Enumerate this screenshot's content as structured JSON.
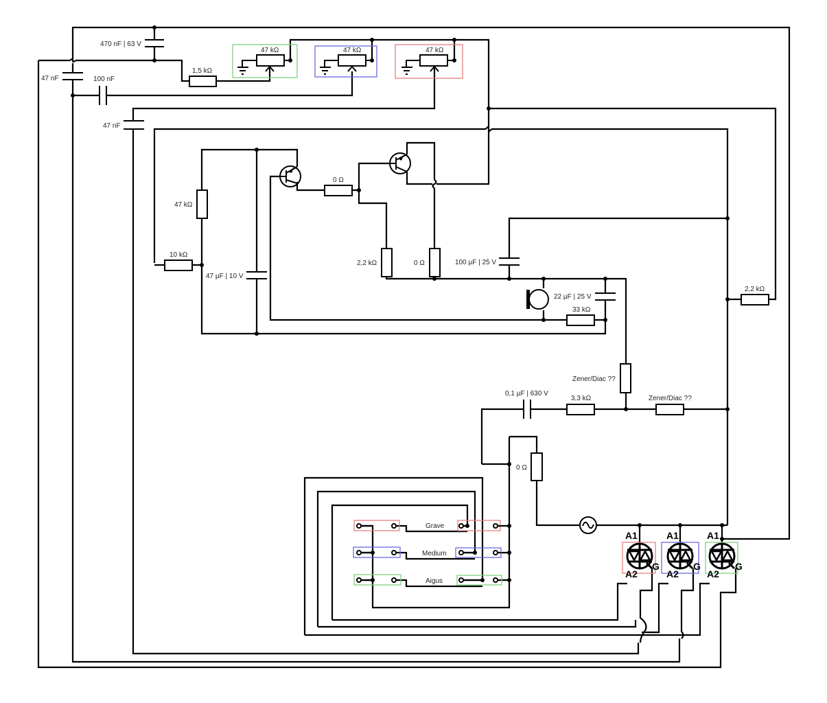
{
  "diagram": {
    "title": "Color organ (light organ) circuit schematic",
    "colors": {
      "wire": "#000000",
      "group_red": "#e88080",
      "group_blue": "#6a6ae0",
      "group_green": "#80d080"
    },
    "components": {
      "c_470n": "470 nF | 63 V",
      "c_47n_left": "47 nF",
      "c_100n": "100 nF",
      "c_47n_mid": "47 nF",
      "r_1k5": "1,5 kΩ",
      "pot_green": "47 kΩ",
      "pot_blue": "47 kΩ",
      "pot_red": "47 kΩ",
      "r_47k": "47 kΩ",
      "r_10k": "10 kΩ",
      "c_47u": "47 µF | 10 V",
      "r_0_base": "0 Ω",
      "r_2k2_emitter": "2,2 kΩ",
      "r_0_collector": "0 Ω",
      "c_100u": "100 µF | 25 V",
      "c_22u": "22 µF | 25 V",
      "r_33k": "33 kΩ",
      "r_2k2_right": "2,2 kΩ",
      "zener_vertical": "Zener/Diac ??",
      "zener_horizontal": "Zener/Diac ??",
      "c_0u1": "0,1 µF | 630 V",
      "r_3k3": "3,3 kΩ",
      "r_0_ac": "0 Ω"
    },
    "switches": [
      {
        "label": "Grave",
        "color": "red"
      },
      {
        "label": "Medium",
        "color": "blue"
      },
      {
        "label": "Aigus",
        "color": "green"
      }
    ],
    "triacs": [
      {
        "color": "red",
        "a1": "A1",
        "a2": "A2",
        "gate": "G"
      },
      {
        "color": "blue",
        "a1": "A1",
        "a2": "A2",
        "gate": "G"
      },
      {
        "color": "green",
        "a1": "A1",
        "a2": "A2",
        "gate": "G"
      }
    ],
    "icons": {
      "ground": "ground-icon",
      "ac_source": "ac-source-icon",
      "microphone": "microphone-icon",
      "transistor": "pnp-transistor-icon",
      "triac": "triac-icon"
    }
  }
}
